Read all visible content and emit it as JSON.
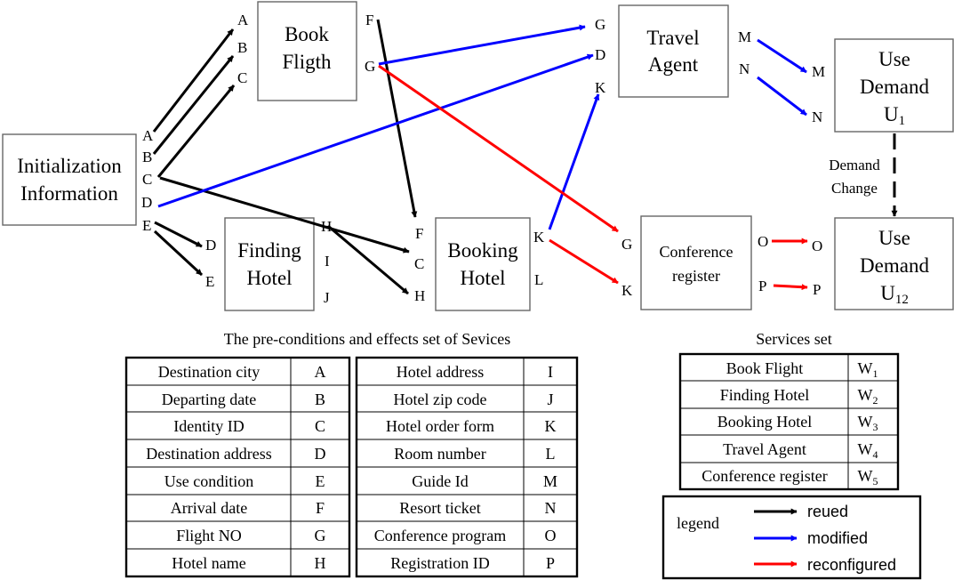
{
  "colors": {
    "reused": "#000000",
    "modified": "#0000ff",
    "reconfigured": "#ff0000",
    "box_border": "#666666"
  },
  "nodes": {
    "init": [
      "Initialization",
      "Information"
    ],
    "book_flight": [
      "Book",
      "Fligth"
    ],
    "travel_agent": [
      "Travel",
      "Agent"
    ],
    "finding_hotel": [
      "Finding",
      "Hotel"
    ],
    "booking_hotel": [
      "Booking",
      "Hotel"
    ],
    "conference": [
      "Conference",
      "register"
    ],
    "use_demand_1": {
      "line1": "Use",
      "line2": "Demand",
      "base": "U",
      "sub": "1"
    },
    "use_demand_12": {
      "line1": "Use",
      "line2": "Demand",
      "base": "U",
      "sub": "12"
    }
  },
  "demand_change": [
    "Demand",
    "Change"
  ],
  "ports": {
    "init": [
      "A",
      "B",
      "C",
      "D",
      "E"
    ],
    "book_flight_in": [
      "A",
      "B",
      "C"
    ],
    "book_flight_out": [
      "F",
      "G"
    ],
    "travel_agent_in": [
      "G",
      "D",
      "K"
    ],
    "travel_agent_out": [
      "M",
      "N"
    ],
    "use_demand_1_in": [
      "M",
      "N"
    ],
    "finding_hotel_in": [
      "D",
      "E"
    ],
    "finding_hotel_out": [
      "H",
      "I",
      "J"
    ],
    "booking_hotel_in": [
      "F",
      "C",
      "H"
    ],
    "booking_hotel_out": [
      "K",
      "L"
    ],
    "conference_in": [
      "G",
      "K"
    ],
    "conference_out": [
      "O",
      "P"
    ],
    "use_demand_12_in": [
      "O",
      "P"
    ]
  },
  "precond_title": "The pre-conditions and effects set of Sevices",
  "precond_left": [
    [
      "Destination city",
      "A"
    ],
    [
      "Departing date",
      "B"
    ],
    [
      "Identity ID",
      "C"
    ],
    [
      "Destination address",
      "D"
    ],
    [
      "Use condition",
      "E"
    ],
    [
      "Arrival date",
      "F"
    ],
    [
      "Flight NO",
      "G"
    ],
    [
      "Hotel name",
      "H"
    ]
  ],
  "precond_right": [
    [
      "Hotel address",
      "I"
    ],
    [
      "Hotel zip code",
      "J"
    ],
    [
      "Hotel order form",
      "K"
    ],
    [
      "Room number",
      "L"
    ],
    [
      "Guide Id",
      "M"
    ],
    [
      "Resort ticket",
      "N"
    ],
    [
      "Conference program",
      "O"
    ],
    [
      "Registration ID",
      "P"
    ]
  ],
  "services_title": "Services set",
  "services": [
    {
      "name": "Book Flight",
      "base": "W",
      "sub": "1"
    },
    {
      "name": "Finding Hotel",
      "base": "W",
      "sub": "2"
    },
    {
      "name": "Booking Hotel",
      "base": "W",
      "sub": "3"
    },
    {
      "name": "Travel Agent",
      "base": "W",
      "sub": "4"
    },
    {
      "name": "Conference register",
      "base": "W",
      "sub": "5"
    }
  ],
  "legend": {
    "title": "legend",
    "items": [
      {
        "label": "reued",
        "color": "#000000"
      },
      {
        "label": "modified",
        "color": "#0000ff"
      },
      {
        "label": "reconfigured",
        "color": "#ff0000"
      }
    ]
  }
}
